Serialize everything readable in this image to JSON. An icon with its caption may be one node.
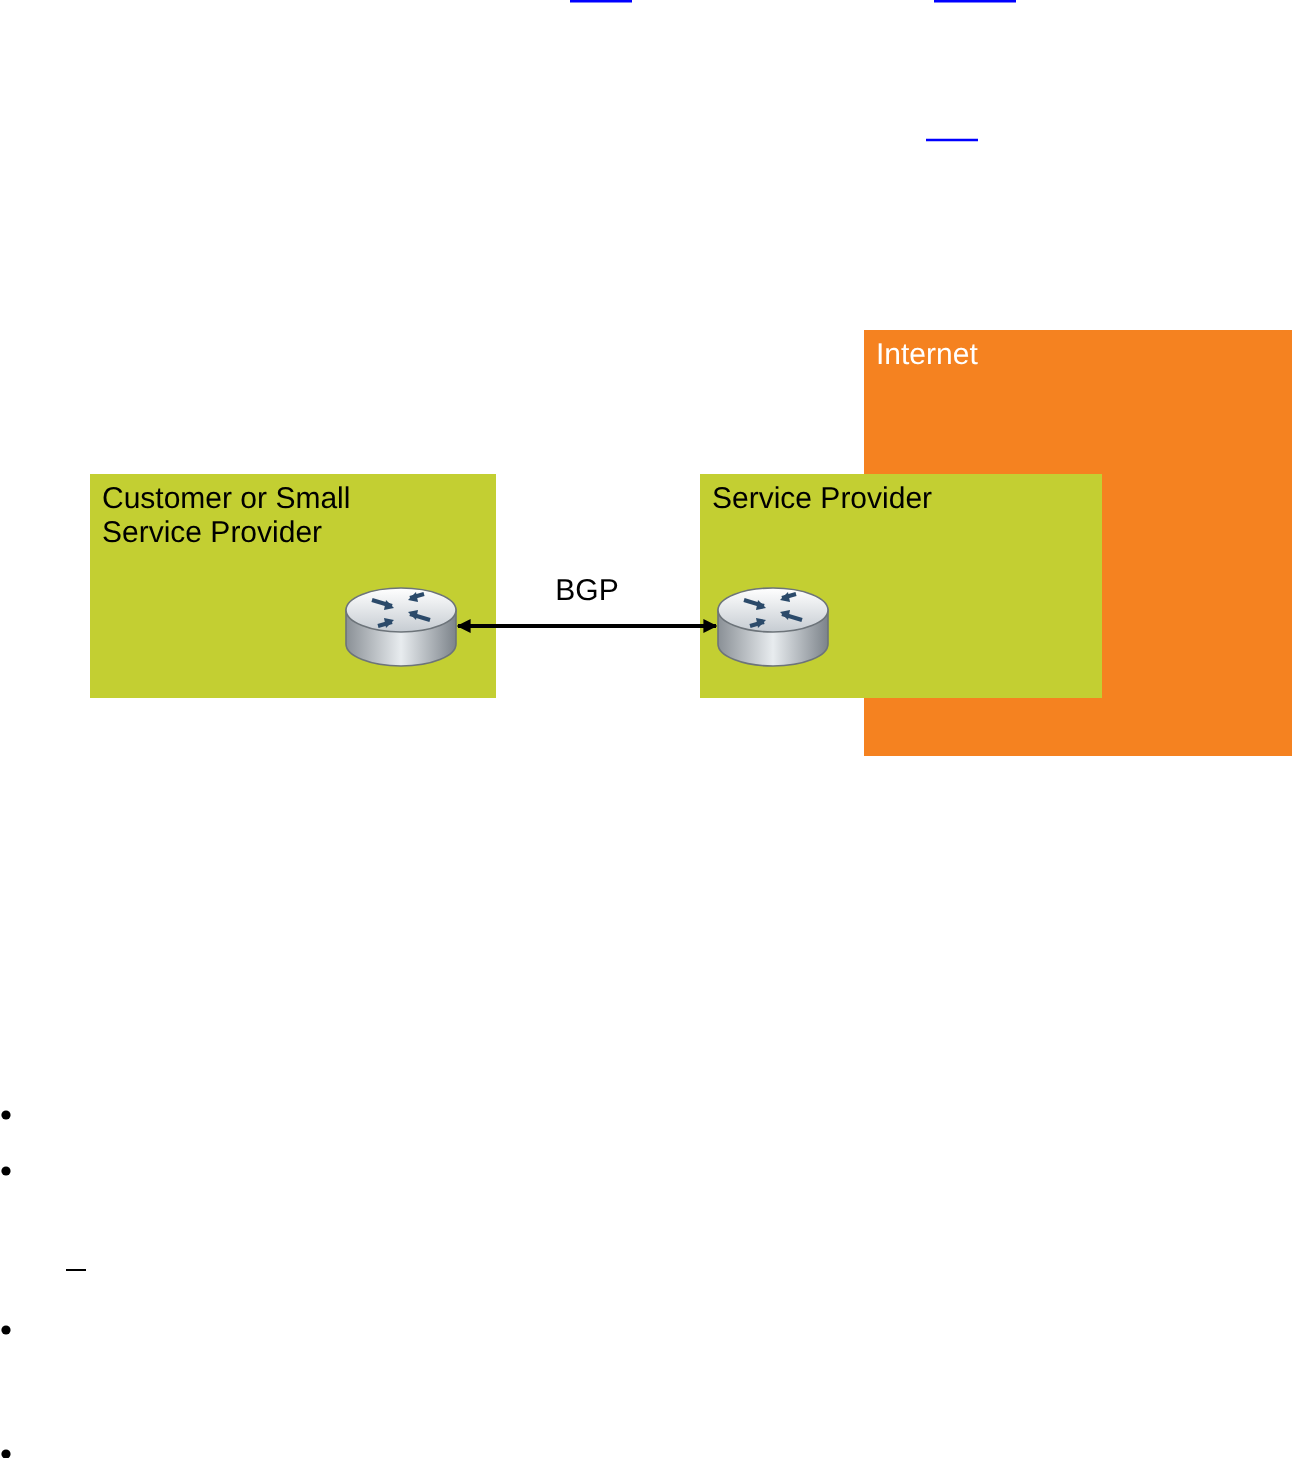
{
  "diagram": {
    "nodes": [
      {
        "text": [
          "Internet"
        ]
      },
      {
        "text": [
          "Customer or Small Service Provider"
        ]
      },
      {
        "text": [
          "Service Provider"
        ]
      },
      {
        "text": [],
        "shape": "picture",
        "in": 1
      },
      {
        "text": [],
        "shape": "picture",
        "in": 2
      }
    ],
    "edges": [
      {
        "from": 3,
        "to": 4,
        "arrow": "both",
        "label": "BGP"
      }
    ]
  }
}
